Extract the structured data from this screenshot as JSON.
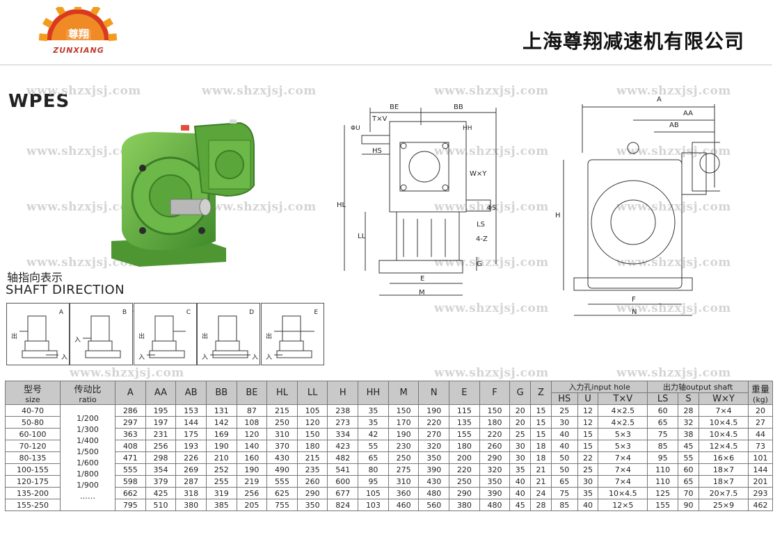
{
  "header": {
    "logo_cn": "尊翔",
    "logo_en": "ZUNXIANG",
    "company": "上海尊翔减速机有限公司"
  },
  "model": "WPES",
  "watermark": "www.shzxjsj.com",
  "drawing_labels": {
    "BE": "BE",
    "BB": "BB",
    "TxV": "T×V",
    "ΦU": "ΦU",
    "HS": "HS",
    "HH": "HH",
    "WxY": "W×Y",
    "ΦS": "ΦS",
    "LS": "LS",
    "4-Z": "4-Z",
    "G": "G",
    "HL": "HL",
    "LL": "LL",
    "E": "E",
    "M": "M",
    "A": "A",
    "AA": "AA",
    "AB": "AB",
    "H": "H",
    "F": "F",
    "N": "N"
  },
  "shaft_direction": {
    "title_cn": "轴指向表示",
    "title_en": "SHAFT DIRECTION",
    "out_label": "出",
    "in_label": "入",
    "boxes": [
      "A",
      "B",
      "C",
      "D",
      "E"
    ]
  },
  "table": {
    "headers": {
      "size_cn": "型号",
      "size_en": "size",
      "ratio_cn": "传动比",
      "ratio_en": "ratio",
      "cols": [
        "A",
        "AA",
        "AB",
        "BB",
        "BE",
        "HL",
        "LL",
        "H",
        "HH",
        "M",
        "N",
        "E",
        "F",
        "G",
        "Z"
      ],
      "input_group": "入力孔input hole",
      "input_cols": [
        "HS",
        "U",
        "T×V"
      ],
      "output_group": "出力轴output shaft",
      "output_cols": [
        "LS",
        "S",
        "W×Y"
      ],
      "weight_cn": "重量",
      "weight_unit": "(kg)"
    },
    "ratios": [
      "1/200",
      "1/300",
      "1/400",
      "1/500",
      "1/600",
      "1/800",
      "1/900",
      "……"
    ],
    "rows": [
      {
        "size": "40-70",
        "v": [
          "286",
          "195",
          "153",
          "131",
          "87",
          "215",
          "105",
          "238",
          "35",
          "150",
          "190",
          "115",
          "150",
          "20",
          "15"
        ],
        "in": [
          "25",
          "12",
          "4×2.5"
        ],
        "out": [
          "60",
          "28",
          "7×4"
        ],
        "w": "20"
      },
      {
        "size": "50-80",
        "v": [
          "297",
          "197",
          "144",
          "142",
          "108",
          "250",
          "120",
          "273",
          "35",
          "170",
          "220",
          "135",
          "180",
          "20",
          "15"
        ],
        "in": [
          "30",
          "12",
          "4×2.5"
        ],
        "out": [
          "65",
          "32",
          "10×4.5"
        ],
        "w": "27"
      },
      {
        "size": "60-100",
        "v": [
          "363",
          "231",
          "175",
          "169",
          "120",
          "310",
          "150",
          "334",
          "42",
          "190",
          "270",
          "155",
          "220",
          "25",
          "15"
        ],
        "in": [
          "40",
          "15",
          "5×3"
        ],
        "out": [
          "75",
          "38",
          "10×4.5"
        ],
        "w": "44"
      },
      {
        "size": "70-120",
        "v": [
          "408",
          "256",
          "193",
          "190",
          "140",
          "370",
          "180",
          "423",
          "55",
          "230",
          "320",
          "180",
          "260",
          "30",
          "18"
        ],
        "in": [
          "40",
          "15",
          "5×3"
        ],
        "out": [
          "85",
          "45",
          "12×4.5"
        ],
        "w": "73"
      },
      {
        "size": "80-135",
        "v": [
          "471",
          "298",
          "226",
          "210",
          "160",
          "430",
          "215",
          "482",
          "65",
          "250",
          "350",
          "200",
          "290",
          "30",
          "18"
        ],
        "in": [
          "50",
          "22",
          "7×4"
        ],
        "out": [
          "95",
          "55",
          "16×6"
        ],
        "w": "101"
      },
      {
        "size": "100-155",
        "v": [
          "555",
          "354",
          "269",
          "252",
          "190",
          "490",
          "235",
          "541",
          "80",
          "275",
          "390",
          "220",
          "320",
          "35",
          "21"
        ],
        "in": [
          "50",
          "25",
          "7×4"
        ],
        "out": [
          "110",
          "60",
          "18×7"
        ],
        "w": "144"
      },
      {
        "size": "120-175",
        "v": [
          "598",
          "379",
          "287",
          "255",
          "219",
          "555",
          "260",
          "600",
          "95",
          "310",
          "430",
          "250",
          "350",
          "40",
          "21"
        ],
        "in": [
          "65",
          "30",
          "7×4"
        ],
        "out": [
          "110",
          "65",
          "18×7"
        ],
        "w": "201"
      },
      {
        "size": "135-200",
        "v": [
          "662",
          "425",
          "318",
          "319",
          "256",
          "625",
          "290",
          "677",
          "105",
          "360",
          "480",
          "290",
          "390",
          "40",
          "24"
        ],
        "in": [
          "75",
          "35",
          "10×4.5"
        ],
        "out": [
          "125",
          "70",
          "20×7.5"
        ],
        "w": "293"
      },
      {
        "size": "155-250",
        "v": [
          "795",
          "510",
          "380",
          "385",
          "205",
          "755",
          "350",
          "824",
          "103",
          "460",
          "560",
          "380",
          "480",
          "45",
          "28"
        ],
        "in": [
          "85",
          "40",
          "12×5"
        ],
        "out": [
          "155",
          "90",
          "25×9"
        ],
        "w": "462"
      }
    ]
  },
  "colors": {
    "green": "#5fae3e",
    "dark_green": "#3d7d27",
    "logo_red": "#d93a1f",
    "logo_orange": "#f29b1d",
    "header_gray": "#c9c9c9"
  }
}
